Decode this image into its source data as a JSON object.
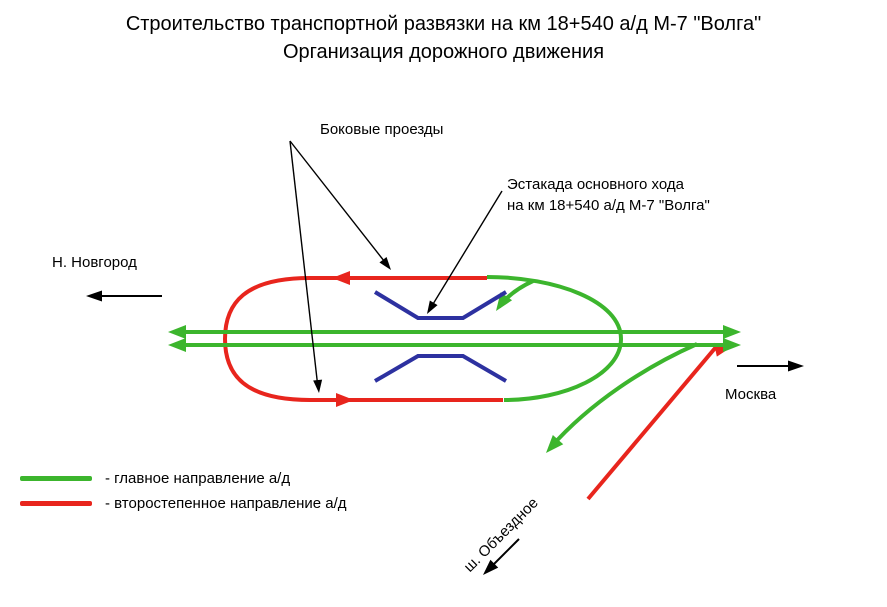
{
  "title": {
    "line1": "Строительство транспортной развязки на км 18+540 а/д М-7 \"Волга\"",
    "line2": "Организация дорожного движения"
  },
  "labels": {
    "side_roads": "Боковые проезды",
    "overpass_line1": "Эстакада основного хода",
    "overpass_line2": "на км 18+540 а/д М-7 \"Волга\"",
    "city_left": "Н. Новгород",
    "city_right": "Москва",
    "bypass_road": "ш. Объездное"
  },
  "legend": {
    "items": [
      {
        "color": "#3cb52d",
        "label": "- главное направление а/д"
      },
      {
        "color": "#e8251d",
        "label": "- второстепенное направление а/д"
      }
    ]
  },
  "colors": {
    "main_green": "#3cb52d",
    "secondary_red": "#e8251d",
    "overpass_blue": "#2d31a0",
    "annotation_black": "#000000"
  }
}
